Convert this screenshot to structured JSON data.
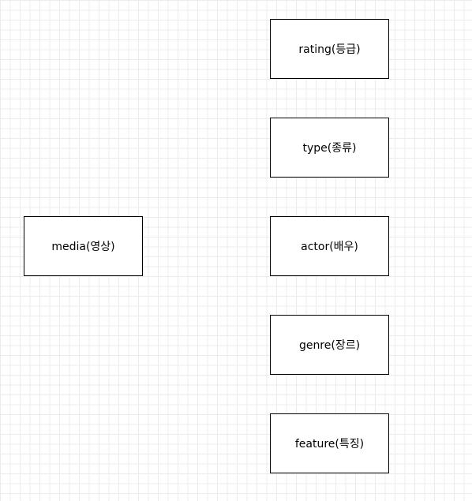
{
  "canvas": {
    "grid": true,
    "background_color": "#ffffff",
    "grid_color": "#ececec"
  },
  "nodes": {
    "media": {
      "label": "media(영상)"
    },
    "rating": {
      "label": "rating(등급)"
    },
    "type": {
      "label": "type(종류)"
    },
    "actor": {
      "label": "actor(배우)"
    },
    "genre": {
      "label": "genre(장르)"
    },
    "feature": {
      "label": "feature(특징)"
    }
  },
  "colors": {
    "node_border": "#000000",
    "node_fill": "#ffffff",
    "text": "#000000"
  }
}
